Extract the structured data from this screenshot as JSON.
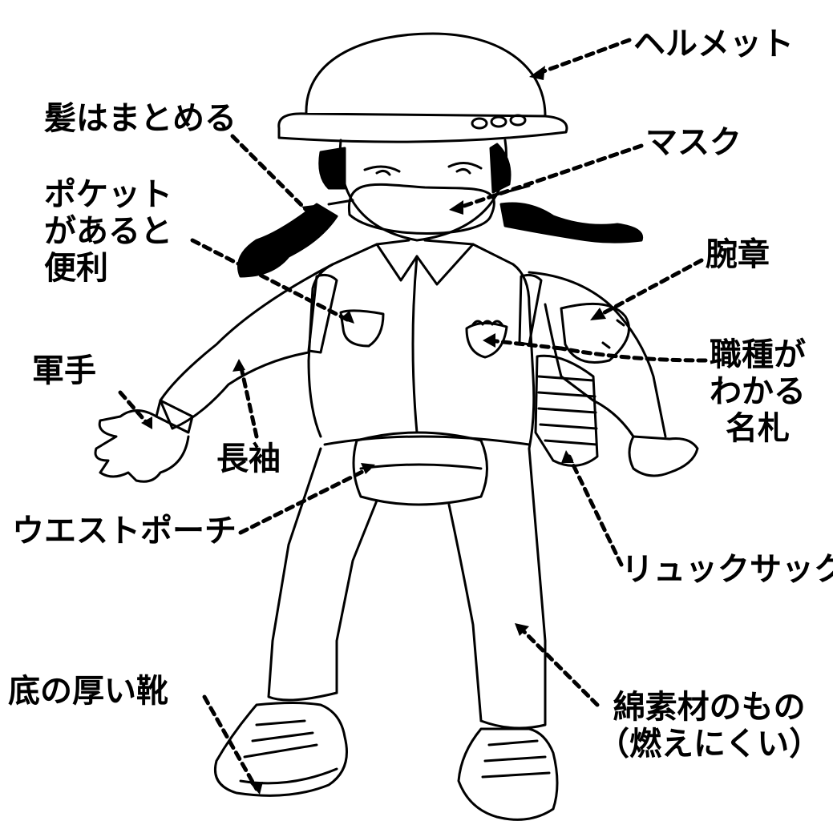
{
  "labels": {
    "helmet": "ヘルメット",
    "hair": "髪はまとめる",
    "mask": "マスク",
    "pocket": [
      "ポケット",
      "があると",
      "便利"
    ],
    "armband": "腕章",
    "gloves": "軍手",
    "long_sleeves": "長袖",
    "name_tag": [
      "職種が",
      "わかる",
      "名札"
    ],
    "waist_pouch": "ウエストポーチ",
    "backpack": "リュックサック",
    "shoes": "底の厚い靴",
    "cotton": "綿素材のもの",
    "cotton_note": "（燃えにくい）"
  },
  "colors": {
    "ink": "#000000",
    "paper": "#ffffff"
  }
}
